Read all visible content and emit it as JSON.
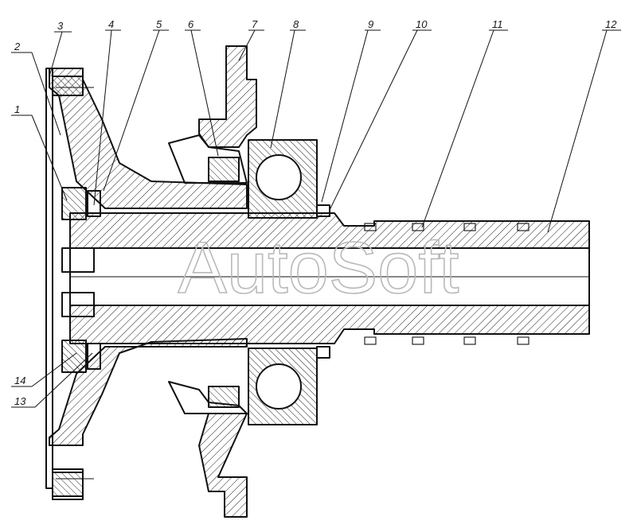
{
  "callouts": [
    {
      "label": "1"
    },
    {
      "label": "2"
    },
    {
      "label": "3"
    },
    {
      "label": "4"
    },
    {
      "label": "5"
    },
    {
      "label": "6"
    },
    {
      "label": "7"
    },
    {
      "label": "8"
    },
    {
      "label": "9"
    },
    {
      "label": "10"
    },
    {
      "label": "11"
    },
    {
      "label": "12"
    },
    {
      "label": "13"
    },
    {
      "label": "14"
    }
  ],
  "watermark": "AutoSoft",
  "colors": {
    "line": "#111111",
    "watermark": "#b9b9b9",
    "background": "#ffffff"
  }
}
